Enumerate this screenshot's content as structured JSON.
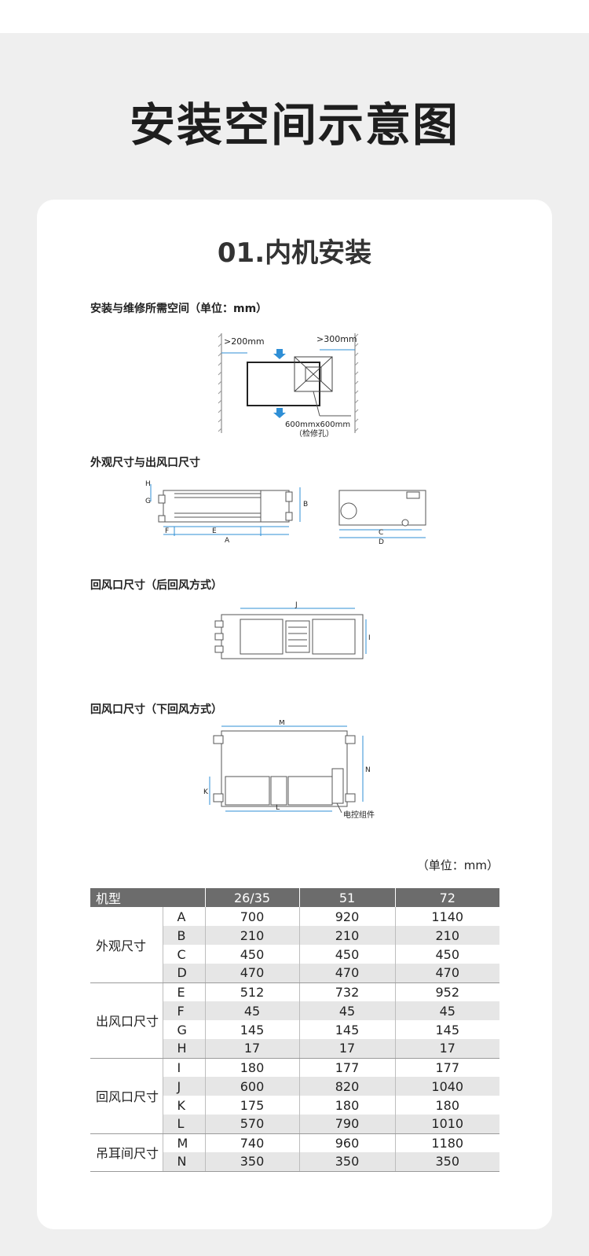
{
  "page_title": "安装空间示意图",
  "section_title": "01.内机安装",
  "labels": {
    "service_space": "安装与维修所需空间（单位：mm）",
    "outline": "外观尺寸与出风口尺寸",
    "rear_return": "回风口尺寸（后回风方式）",
    "bottom_return": "回风口尺寸（下回风方式）"
  },
  "diagram1": {
    "left_gap": ">200mm",
    "right_gap": ">300mm",
    "hatch_size": "600mmx600mm",
    "hatch_name": "（检修孔）"
  },
  "diagram2": {
    "letters": [
      "H",
      "G",
      "B",
      "F",
      "E",
      "A",
      "C",
      "D"
    ]
  },
  "diagram3": {
    "letters": [
      "J",
      "I"
    ]
  },
  "diagram4": {
    "letters": [
      "M",
      "N",
      "K",
      "L"
    ],
    "control_box": "电控组件"
  },
  "colors": {
    "accent_blue": "#2f8fd6",
    "header_gray": "#6c6c6c",
    "row_alt": "#e6e6e6"
  },
  "unit_note": "（单位：mm）",
  "table": {
    "header": [
      "机型",
      "26/35",
      "51",
      "72"
    ],
    "groups": [
      {
        "name": "外观尺寸",
        "rows": [
          {
            "k": "A",
            "v": [
              "700",
              "920",
              "1140"
            ]
          },
          {
            "k": "B",
            "v": [
              "210",
              "210",
              "210"
            ]
          },
          {
            "k": "C",
            "v": [
              "450",
              "450",
              "450"
            ]
          },
          {
            "k": "D",
            "v": [
              "470",
              "470",
              "470"
            ]
          }
        ]
      },
      {
        "name": "出风口尺寸",
        "rows": [
          {
            "k": "E",
            "v": [
              "512",
              "732",
              "952"
            ]
          },
          {
            "k": "F",
            "v": [
              "45",
              "45",
              "45"
            ]
          },
          {
            "k": "G",
            "v": [
              "145",
              "145",
              "145"
            ]
          },
          {
            "k": "H",
            "v": [
              "17",
              "17",
              "17"
            ]
          }
        ]
      },
      {
        "name": "回风口尺寸",
        "rows": [
          {
            "k": "I",
            "v": [
              "180",
              "177",
              "177"
            ]
          },
          {
            "k": "J",
            "v": [
              "600",
              "820",
              "1040"
            ]
          },
          {
            "k": "K",
            "v": [
              "175",
              "180",
              "180"
            ]
          },
          {
            "k": "L",
            "v": [
              "570",
              "790",
              "1010"
            ]
          }
        ]
      },
      {
        "name": "吊耳间尺寸",
        "rows": [
          {
            "k": "M",
            "v": [
              "740",
              "960",
              "1180"
            ]
          },
          {
            "k": "N",
            "v": [
              "350",
              "350",
              "350"
            ]
          }
        ]
      }
    ]
  }
}
